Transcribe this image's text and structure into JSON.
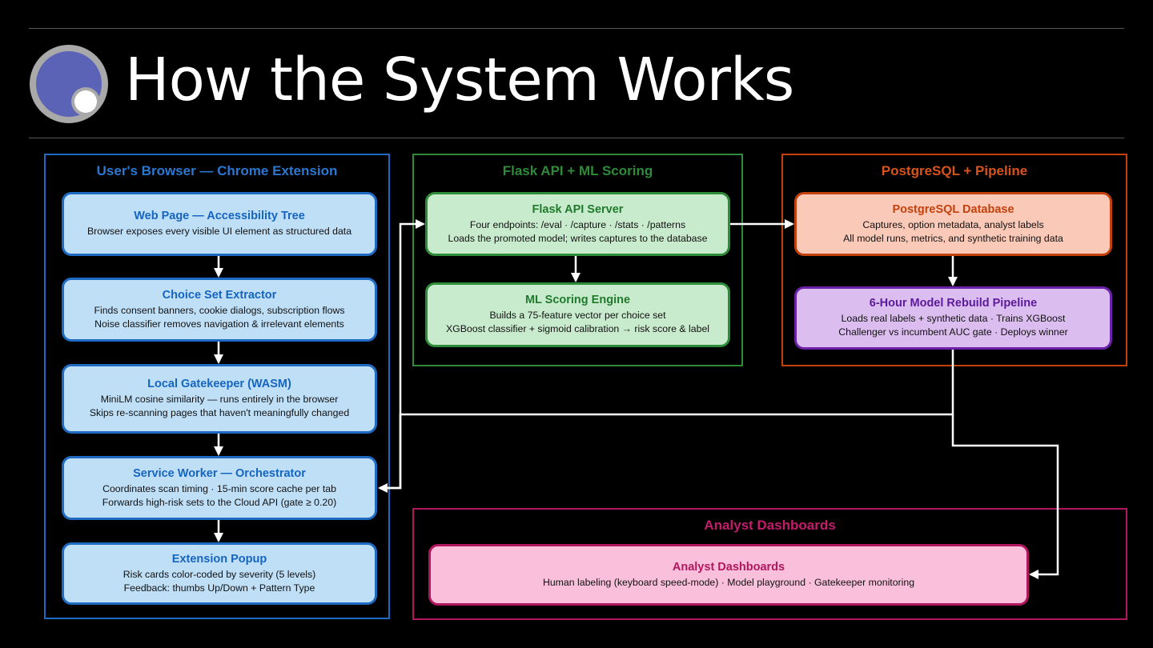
{
  "page": {
    "title": "How the System Works"
  },
  "colors": {
    "background": "#000000",
    "browser_accent": "#1f6bc4",
    "flask_accent": "#2e8b3a",
    "postgres_accent": "#c2410c",
    "pipeline_accent": "#6b21a8",
    "dashboard_accent": "#b0175f",
    "arrow": "#ffffff"
  },
  "groups": {
    "browser": {
      "title": "User's Browser — Chrome Extension",
      "nodes": [
        {
          "title": "Web Page — Accessibility Tree",
          "lines": [
            "Browser exposes every visible UI element as structured data"
          ]
        },
        {
          "title": "Choice Set Extractor",
          "lines": [
            "Finds consent banners, cookie dialogs, subscription flows",
            "Noise classifier removes navigation & irrelevant elements"
          ]
        },
        {
          "title": "Local Gatekeeper (WASM)",
          "lines": [
            "MiniLM cosine similarity — runs entirely in the browser",
            "Skips re-scanning pages that haven't meaningfully changed"
          ]
        },
        {
          "title": "Service Worker — Orchestrator",
          "lines": [
            "Coordinates scan timing  ·  15-min score cache per tab",
            "Forwards high-risk sets to the Cloud API (gate ≥ 0.20)"
          ]
        },
        {
          "title": "Extension Popup",
          "lines": [
            "Risk cards color-coded by severity (5 levels)",
            "Feedback: thumbs Up/Down + Pattern Type"
          ]
        }
      ]
    },
    "flask": {
      "title": "Flask API + ML Scoring",
      "nodes": [
        {
          "title": "Flask API Server",
          "lines": [
            "Four endpoints: /eval · /capture · /stats · /patterns",
            "Loads the promoted model; writes captures to the database"
          ]
        },
        {
          "title": "ML Scoring Engine",
          "lines": [
            "Builds a 75-feature vector per choice set",
            "XGBoost classifier + sigmoid calibration → risk score & label"
          ]
        }
      ]
    },
    "postgres": {
      "title": "PostgreSQL + Pipeline",
      "nodes": [
        {
          "title": "PostgreSQL Database",
          "lines": [
            "Captures, option metadata, analyst labels",
            "All model runs, metrics, and synthetic training data"
          ]
        },
        {
          "title": "6-Hour Model Rebuild Pipeline",
          "lines": [
            "Loads real labels + synthetic data  ·  Trains XGBoost",
            "Challenger vs incumbent AUC gate  ·  Deploys winner"
          ]
        }
      ]
    },
    "dashboards": {
      "title": "Analyst Dashboards",
      "nodes": [
        {
          "title": "Analyst Dashboards",
          "lines": [
            "Human labeling (keyboard speed-mode)  ·  Model playground  ·  Gatekeeper monitoring"
          ]
        }
      ]
    }
  }
}
